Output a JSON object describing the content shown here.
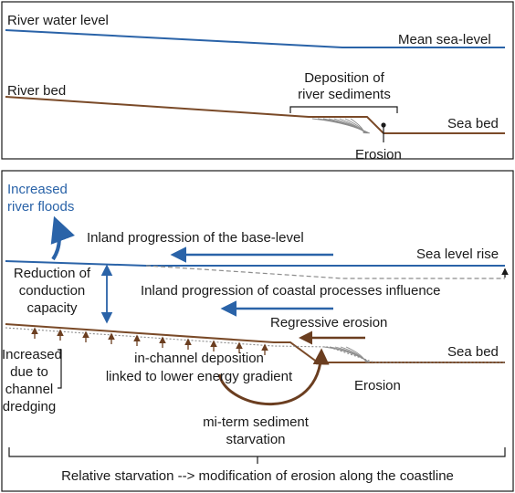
{
  "colors": {
    "water": "#2a63a8",
    "river_bed": "#7a4a28",
    "sediment": "#8c8c8c",
    "frame": "#1a1a1a",
    "text": "#1a1a1a",
    "accent_text": "#2a63a8"
  },
  "top_panel": {
    "river_water_level": "River water level",
    "mean_sea_level": "Mean sea-level",
    "river_bed": "River bed",
    "deposition": [
      "Deposition of",
      "river sediments"
    ],
    "sea_bed": "Sea bed",
    "erosion": "Erosion"
  },
  "bottom_panel": {
    "increased_river_floods": [
      "Increased",
      "river floods"
    ],
    "inland_base_level": "Inland progression of the base-level",
    "sea_level_rise": "Sea level rise",
    "reduction": [
      "Reduction of",
      "conduction",
      "capacity"
    ],
    "inland_coastal": "Inland progression of coastal processes influence",
    "regressive_erosion": "Regressive erosion",
    "increased_dredging": [
      "Increased",
      "due to",
      "channel",
      "dredging"
    ],
    "in_channel_deposition": [
      "in-channel deposition",
      "linked to lower energy gradient"
    ],
    "sea_bed": "Sea bed",
    "erosion": "Erosion",
    "sediment_starvation": [
      "mi-term sediment",
      "starvation"
    ],
    "relative_starvation": "Relative starvation --> modification of erosion along the coastline"
  }
}
